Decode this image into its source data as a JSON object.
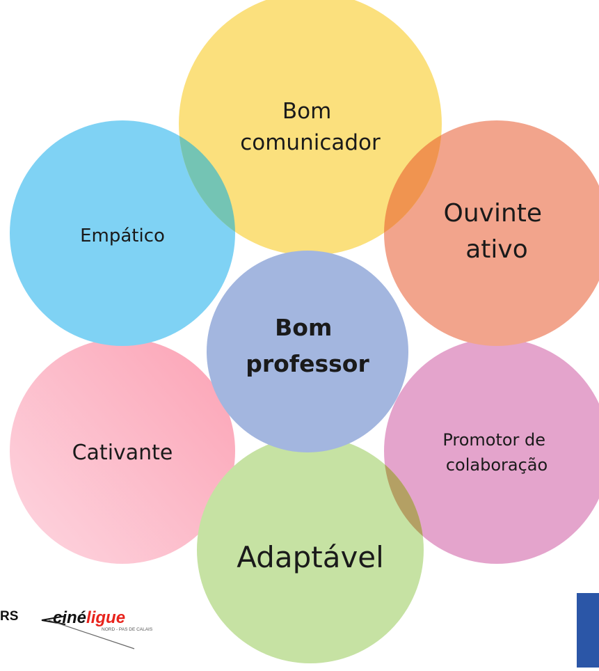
{
  "diagram": {
    "center": {
      "lines": [
        "Bom",
        "professor"
      ],
      "color": "#a3b6df"
    },
    "petals": [
      {
        "id": "top",
        "lines": [
          "Bom",
          "comunicador"
        ],
        "color": "#fbe07d"
      },
      {
        "id": "top-right",
        "lines": [
          "Ouvinte",
          "ativo"
        ],
        "color": "#f2a48c"
      },
      {
        "id": "bottom-right",
        "lines": [
          "Promotor de",
          "colaboração"
        ],
        "color": "#e4a4cc"
      },
      {
        "id": "bottom",
        "lines": [
          "Adaptável"
        ],
        "color": "#c6e2a3"
      },
      {
        "id": "bottom-left",
        "lines": [
          "Cativante"
        ],
        "color": "#fcaabb"
      },
      {
        "id": "top-left",
        "lines": [
          "Empático"
        ],
        "color": "#7fd2f4"
      }
    ]
  },
  "logos": {
    "left_fragment": "RS",
    "cineligue": {
      "part1": "ciné",
      "part2": "ligue",
      "subtitle": "NORD - PAS DE CALAIS"
    }
  },
  "colors": {
    "corner_block": "#2b56a7",
    "overlap_top_left": "#74c4b4",
    "overlap_top_right": "#f09450",
    "overlap_bottom_right": "#b4a064"
  }
}
